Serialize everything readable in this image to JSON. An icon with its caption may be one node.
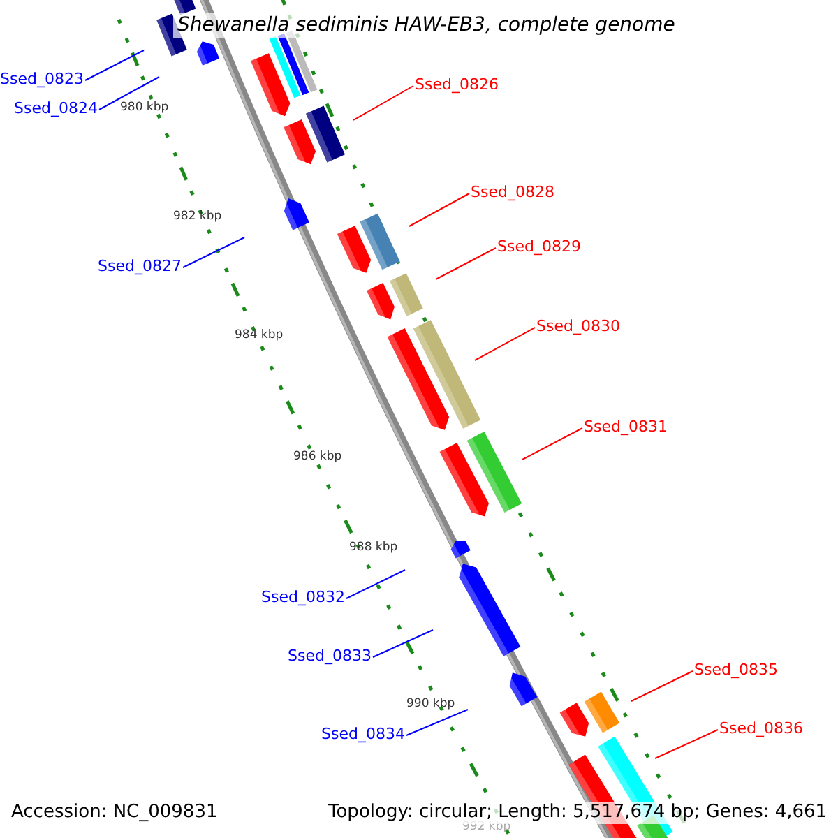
{
  "diagram": {
    "title": "Shewanella sediminis HAW-EB3, complete genome",
    "nodes": [
      {
        "text": [
          "Ssed_0823"
        ]
      },
      {
        "text": [
          "Ssed_0824"
        ]
      },
      {
        "text": [
          "Ssed_0826"
        ]
      },
      {
        "text": [
          "Ssed_0827"
        ]
      },
      {
        "text": [
          "Ssed_0828"
        ]
      },
      {
        "text": [
          "Ssed_0829"
        ]
      },
      {
        "text": [
          "Ssed_0830"
        ]
      },
      {
        "text": [
          "Ssed_0831"
        ]
      },
      {
        "text": [
          "Ssed_0832"
        ]
      },
      {
        "text": [
          "Ssed_0833"
        ]
      },
      {
        "text": [
          "Ssed_0834"
        ]
      },
      {
        "text": [
          "Ssed_0835"
        ]
      },
      {
        "text": [
          "Ssed_0836"
        ]
      }
    ],
    "edges": [
      {
        "from": 0,
        "to": null,
        "arrow": "none",
        "color": "#0000ff"
      },
      {
        "from": 1,
        "to": null,
        "arrow": "none",
        "color": "#0000ff"
      },
      {
        "from": 2,
        "to": null,
        "arrow": "none",
        "color": "#ff0000"
      },
      {
        "from": 3,
        "to": null,
        "arrow": "none",
        "color": "#0000ff"
      },
      {
        "from": 4,
        "to": null,
        "arrow": "none",
        "color": "#ff0000"
      },
      {
        "from": 5,
        "to": null,
        "arrow": "none",
        "color": "#ff0000"
      },
      {
        "from": 6,
        "to": null,
        "arrow": "none",
        "color": "#ff0000"
      },
      {
        "from": 7,
        "to": null,
        "arrow": "none",
        "color": "#ff0000"
      },
      {
        "from": 8,
        "to": null,
        "arrow": "none",
        "color": "#0000ff"
      },
      {
        "from": 9,
        "to": null,
        "arrow": "none",
        "color": "#0000ff"
      },
      {
        "from": 10,
        "to": null,
        "arrow": "none",
        "color": "#0000ff"
      },
      {
        "from": 11,
        "to": null,
        "arrow": "none",
        "color": "#ff0000"
      },
      {
        "from": 12,
        "to": null,
        "arrow": "none",
        "color": "#ff0000"
      }
    ],
    "labels": [
      "980 kbp",
      "982 kbp",
      "984 kbp",
      "986 kbp",
      "988 kbp",
      "990 kbp",
      "992 kbp",
      "Accession: NC_009831",
      "Topology: circular; Length: 5,517,674 bp; Genes: 4,661"
    ]
  }
}
